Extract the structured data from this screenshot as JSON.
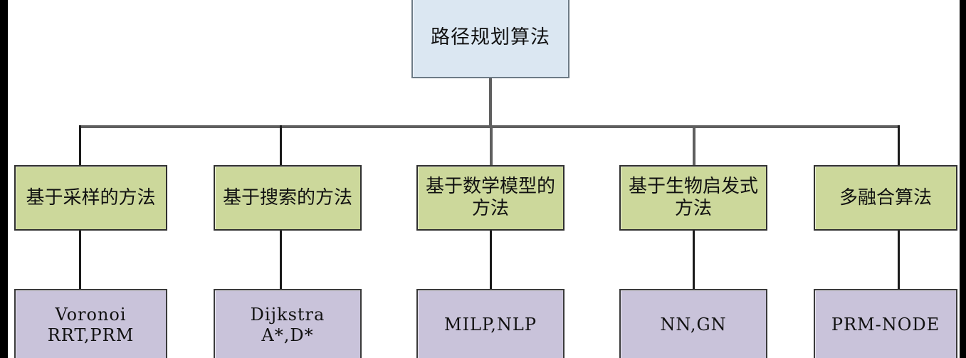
{
  "diagram": {
    "type": "tree",
    "title": "路径规划算法",
    "root": {
      "id": "root",
      "label": "路径规划算法",
      "fill": "#dbe7f2",
      "border": "#6d7b86"
    },
    "levels": {
      "category_fill": "#ccd89b",
      "category_border": "#2f2f2f",
      "leaf_fill": "#c9c3da",
      "leaf_border": "#3a3a3a",
      "connector_color": "#5f5f5f"
    },
    "branches": [
      {
        "id": "sampling",
        "category": "基于采样的方法",
        "leaf_lines": [
          "Voronoi",
          "RRT,PRM"
        ]
      },
      {
        "id": "search",
        "category": "基于搜索的方法",
        "leaf_lines": [
          "Dijkstra",
          "A*,D*"
        ]
      },
      {
        "id": "math-model",
        "category": "基于数学模型的方法",
        "leaf_lines": [
          "MILP,NLP"
        ]
      },
      {
        "id": "bio-inspired",
        "category": "基于生物启发式方法",
        "leaf_lines": [
          "NN,GN"
        ]
      },
      {
        "id": "multi-fusion",
        "category": "多融合算法",
        "leaf_lines": [
          "PRM-NODE"
        ]
      }
    ]
  }
}
